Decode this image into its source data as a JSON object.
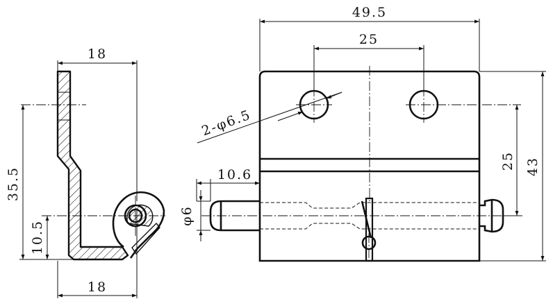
{
  "dimensions": {
    "side_top_width": "18",
    "side_bottom_width": "18",
    "side_height": "35.5",
    "side_pin_height": "10.5",
    "front_width": "49.5",
    "front_hole_spacing": "25",
    "front_hole_label": "2-φ6.5",
    "front_pin_offset": "10.6",
    "front_pin_dia": "φ6",
    "front_hole_height": "25",
    "front_height": "43"
  }
}
